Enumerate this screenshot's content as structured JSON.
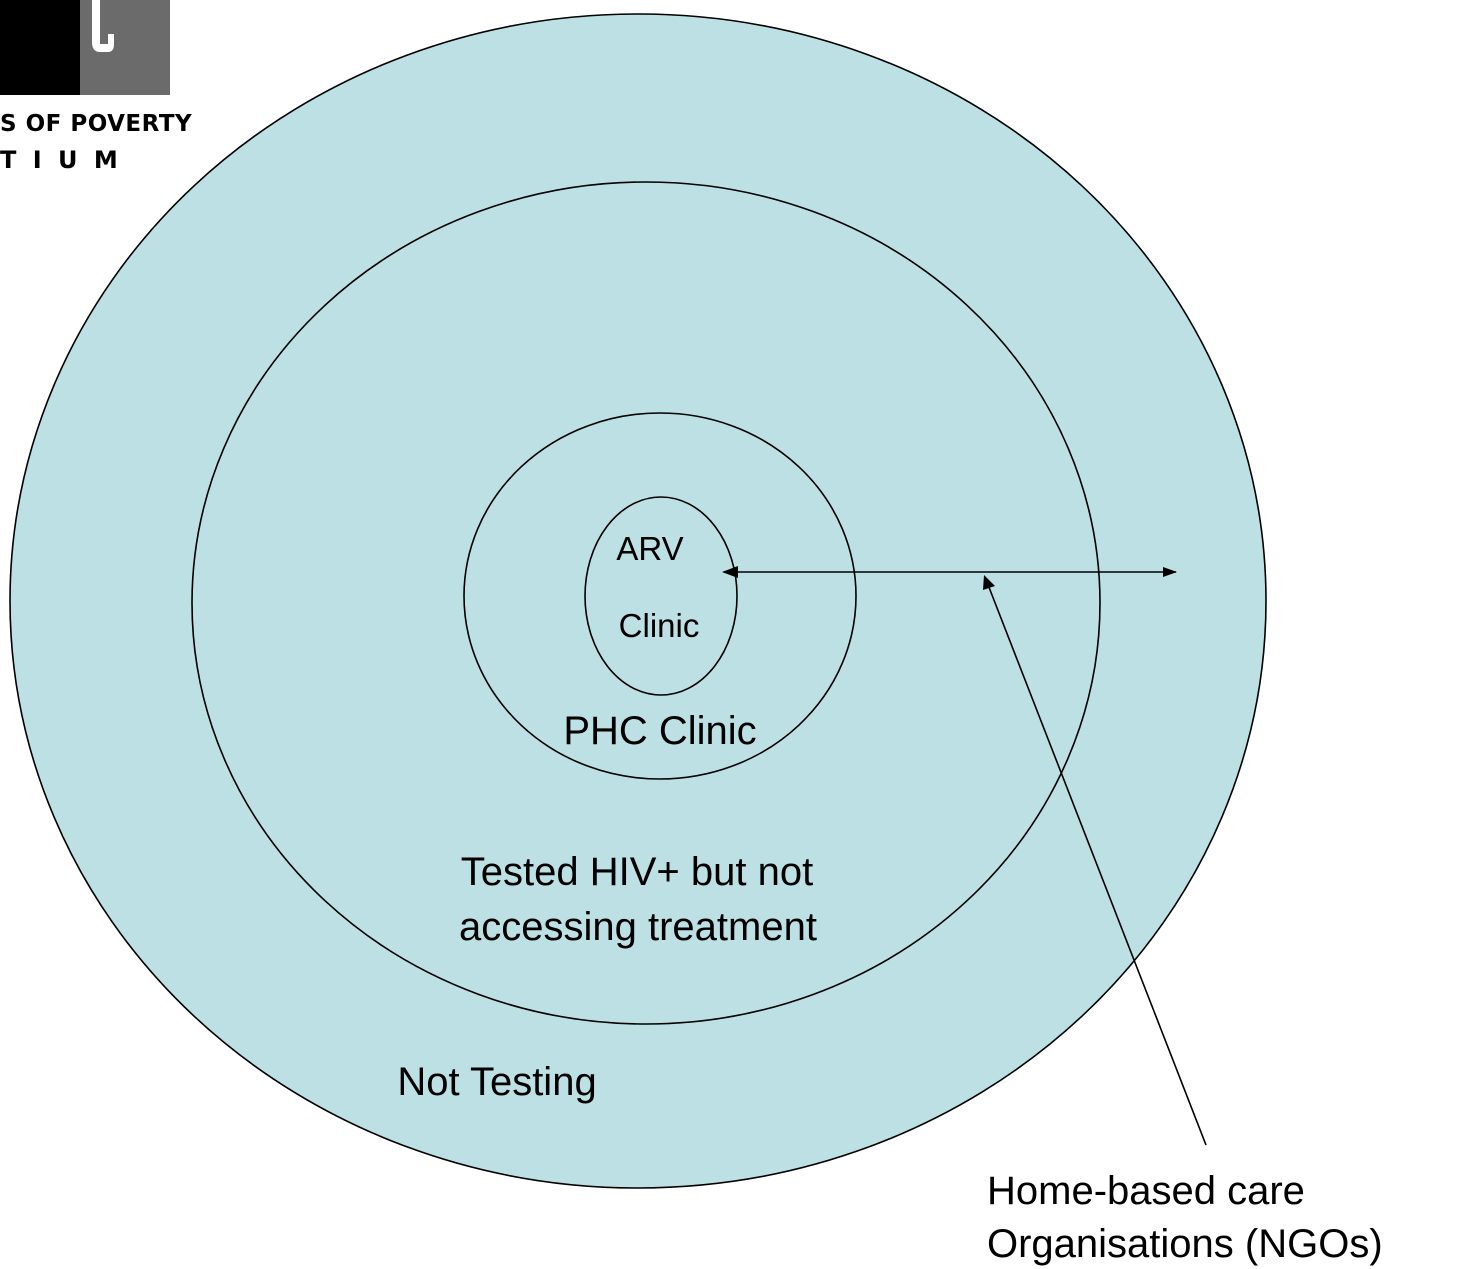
{
  "colors": {
    "fill": "#bce0e3",
    "stroke": "#000000",
    "logo_dark": "#000000",
    "logo_gray": "#6b6b6b"
  },
  "logo": {
    "line1": "S OF POVERTY",
    "line2": "T I U M",
    "icon": "consortium-logo"
  },
  "rings": {
    "outer": "Not Testing",
    "middle": "Tested HIV+ but not accessing treatment",
    "middle_line1": "Tested HIV+ but not",
    "middle_line2": "accessing treatment",
    "inner": "PHC Clinic",
    "core_line1": "ARV",
    "core_line2": "Clinic"
  },
  "callout": {
    "line1": "Home-based care",
    "line2": "Organisations (NGOs)"
  }
}
